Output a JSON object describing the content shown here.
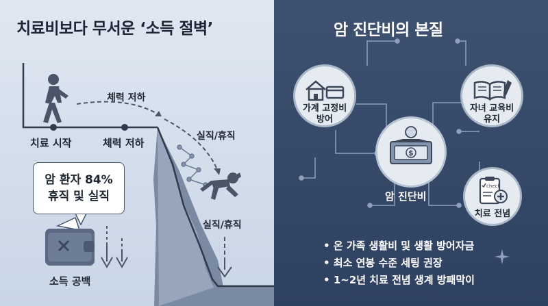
{
  "left": {
    "title": "치료비보다 무서운 ‘소득 절벽’",
    "arrow_label": "체력 저하",
    "timeline": [
      "치료 시작",
      "체력 저하"
    ],
    "drop_labels": [
      "실직/휴직",
      "실직/휴직"
    ],
    "bubble": {
      "line1": "암 환자 84%",
      "line2": "휴직 및 실직"
    },
    "gap_label": "소득 공백"
  },
  "right": {
    "title": "암 진단비의 본질",
    "nodes": [
      {
        "label": "가계 고정비\n방어",
        "icon": "house-card-icon"
      },
      {
        "label": "자녀 교육비\n유지",
        "icon": "book-pencil-icon"
      },
      {
        "label": "치료 전념",
        "icon": "clipboard-check-icon",
        "icon_text": "check"
      }
    ],
    "center": {
      "label": "암 진단비",
      "icon": "money-box-icon",
      "symbol": "$"
    },
    "bullets": [
      "온 가족 생활비 및 생활 방어자금",
      "최소 연봉 수준 세팅 권장",
      "1~2년 치료 전념 생계 방패막이"
    ]
  }
}
